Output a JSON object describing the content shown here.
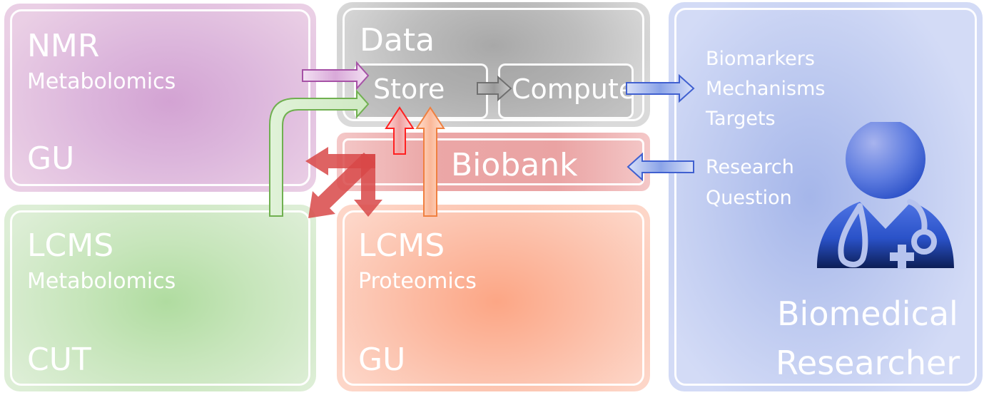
{
  "nmr_box": {
    "title": "NMR",
    "subtitle": "Metabolomics",
    "institution": "GU",
    "color": "#d3a3d3"
  },
  "lcms_metabolomics_box": {
    "title": "LCMS",
    "subtitle": "Metabolomics",
    "institution": "CUT",
    "color": "#b0dca0"
  },
  "lcms_proteomics_box": {
    "title": "LCMS",
    "subtitle": "Proteomics",
    "institution": "GU",
    "color": "#fca685"
  },
  "data_box": {
    "title": "Data",
    "store_label": "Store",
    "compute_label": "Compute",
    "color": "#a8a8a8"
  },
  "biobank_box": {
    "label": "Biobank",
    "color": "#eaa3a3"
  },
  "researcher_box": {
    "outputs": [
      "Biomarkers",
      "Mechanisms",
      "Targets"
    ],
    "input_line1": "Research",
    "input_line2": "Question",
    "role_line1": "Biomedical",
    "role_line2": "Researcher",
    "icon": "doctor-icon",
    "color": "#a5b6ea"
  },
  "arrows": [
    {
      "from": "NMR",
      "to": "Store",
      "color": "#a652a6"
    },
    {
      "from": "LCMS Metabolomics",
      "to": "Store",
      "color": "#70b050"
    },
    {
      "from": "Biobank",
      "to": "Store",
      "color": "#ff2020"
    },
    {
      "from": "LCMS Proteomics",
      "to": "Store",
      "color": "#f08040"
    },
    {
      "from": "Store",
      "to": "Compute",
      "color": "#808080"
    },
    {
      "from": "Compute",
      "to": "Researcher outputs",
      "color": "#4060d0"
    },
    {
      "from": "Research Question",
      "to": "Biobank",
      "color": "#4060d0"
    },
    {
      "from": "Biobank",
      "to": "LCMS Metabolomics / NMR / LCMS Proteomics",
      "color": "#d84848"
    }
  ]
}
